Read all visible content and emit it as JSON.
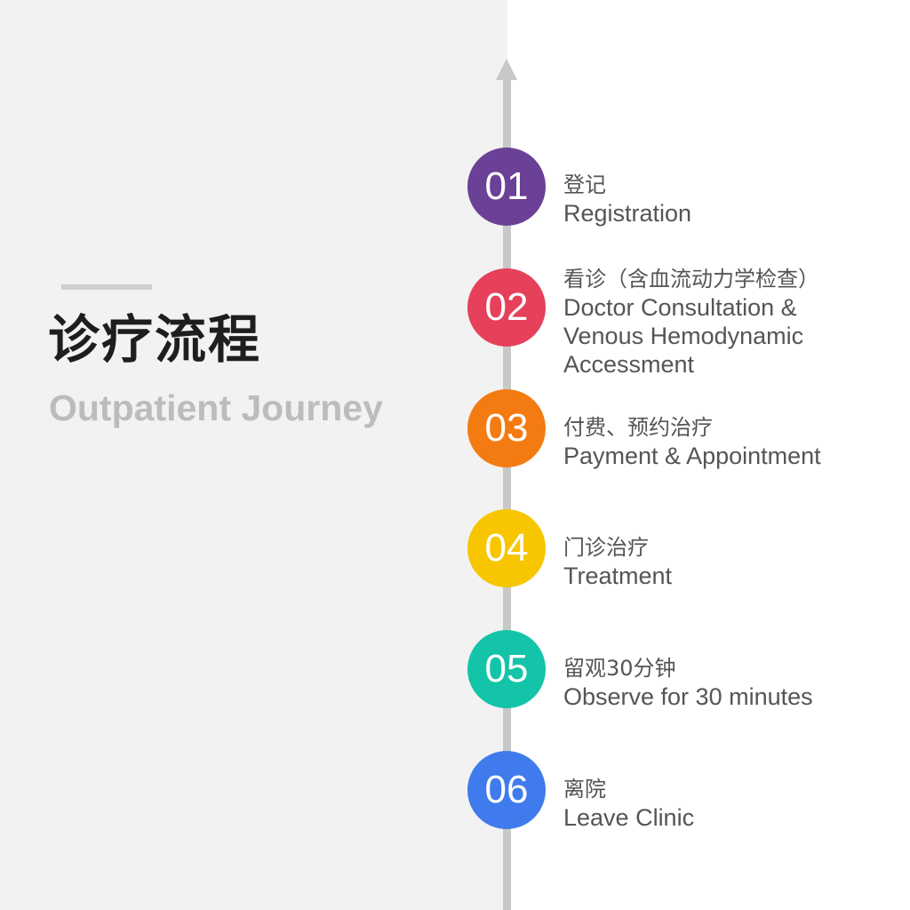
{
  "header": {
    "title_zh": "诊疗流程",
    "title_en": "Outpatient Journey"
  },
  "colors": {
    "background_left": "#f2f2f2",
    "timeline": "#c8c8c8",
    "step1": "#6a4196",
    "step2": "#e6405a",
    "step3": "#f47b12",
    "step4": "#f7c600",
    "step5": "#14c4a9",
    "step6": "#3f7bec"
  },
  "steps": [
    {
      "num": "01",
      "zh": "登记",
      "en": [
        "Registration"
      ]
    },
    {
      "num": "02",
      "zh": "看诊（含血流动力学检查）",
      "en": [
        "Doctor Consultation &",
        "Venous Hemodynamic",
        "Accessment"
      ]
    },
    {
      "num": "03",
      "zh": "付费、预约治疗",
      "en": [
        "Payment & Appointment"
      ]
    },
    {
      "num": "04",
      "zh": "门诊治疗",
      "en": [
        "Treatment"
      ]
    },
    {
      "num": "05",
      "zh": "留观30分钟",
      "en": [
        "Observe for 30 minutes"
      ]
    },
    {
      "num": "06",
      "zh": "离院",
      "en": [
        "Leave Clinic"
      ]
    }
  ]
}
